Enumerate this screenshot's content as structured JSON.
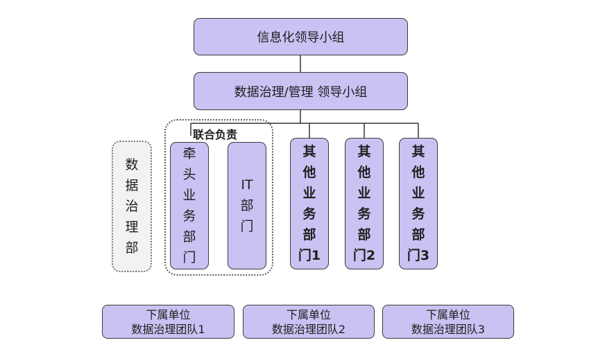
{
  "top": {
    "label": "信息化领导小组"
  },
  "second": {
    "label": "数据治理/管理 领导小组"
  },
  "data_governance_dept": {
    "label": "数据治理部"
  },
  "joint": {
    "label": "联合负责"
  },
  "lead_business_dept": {
    "label": "牵头业务部门"
  },
  "it_dept": {
    "label": "IT部门"
  },
  "other_depts": [
    {
      "label": "其他业务部门1"
    },
    {
      "label": "其他业务部门2"
    },
    {
      "label": "其他业务部门3"
    }
  ],
  "teams": [
    {
      "line1": "下属单位",
      "line2": "数据治理团队1"
    },
    {
      "line1": "下属单位",
      "line2": "数据治理团队2"
    },
    {
      "line1": "下属单位",
      "line2": "数据治理团队3"
    }
  ],
  "colors": {
    "box_fill": "#c9c2f2",
    "border": "#3a3a3a",
    "grey_fill": "#f2f2f2"
  }
}
